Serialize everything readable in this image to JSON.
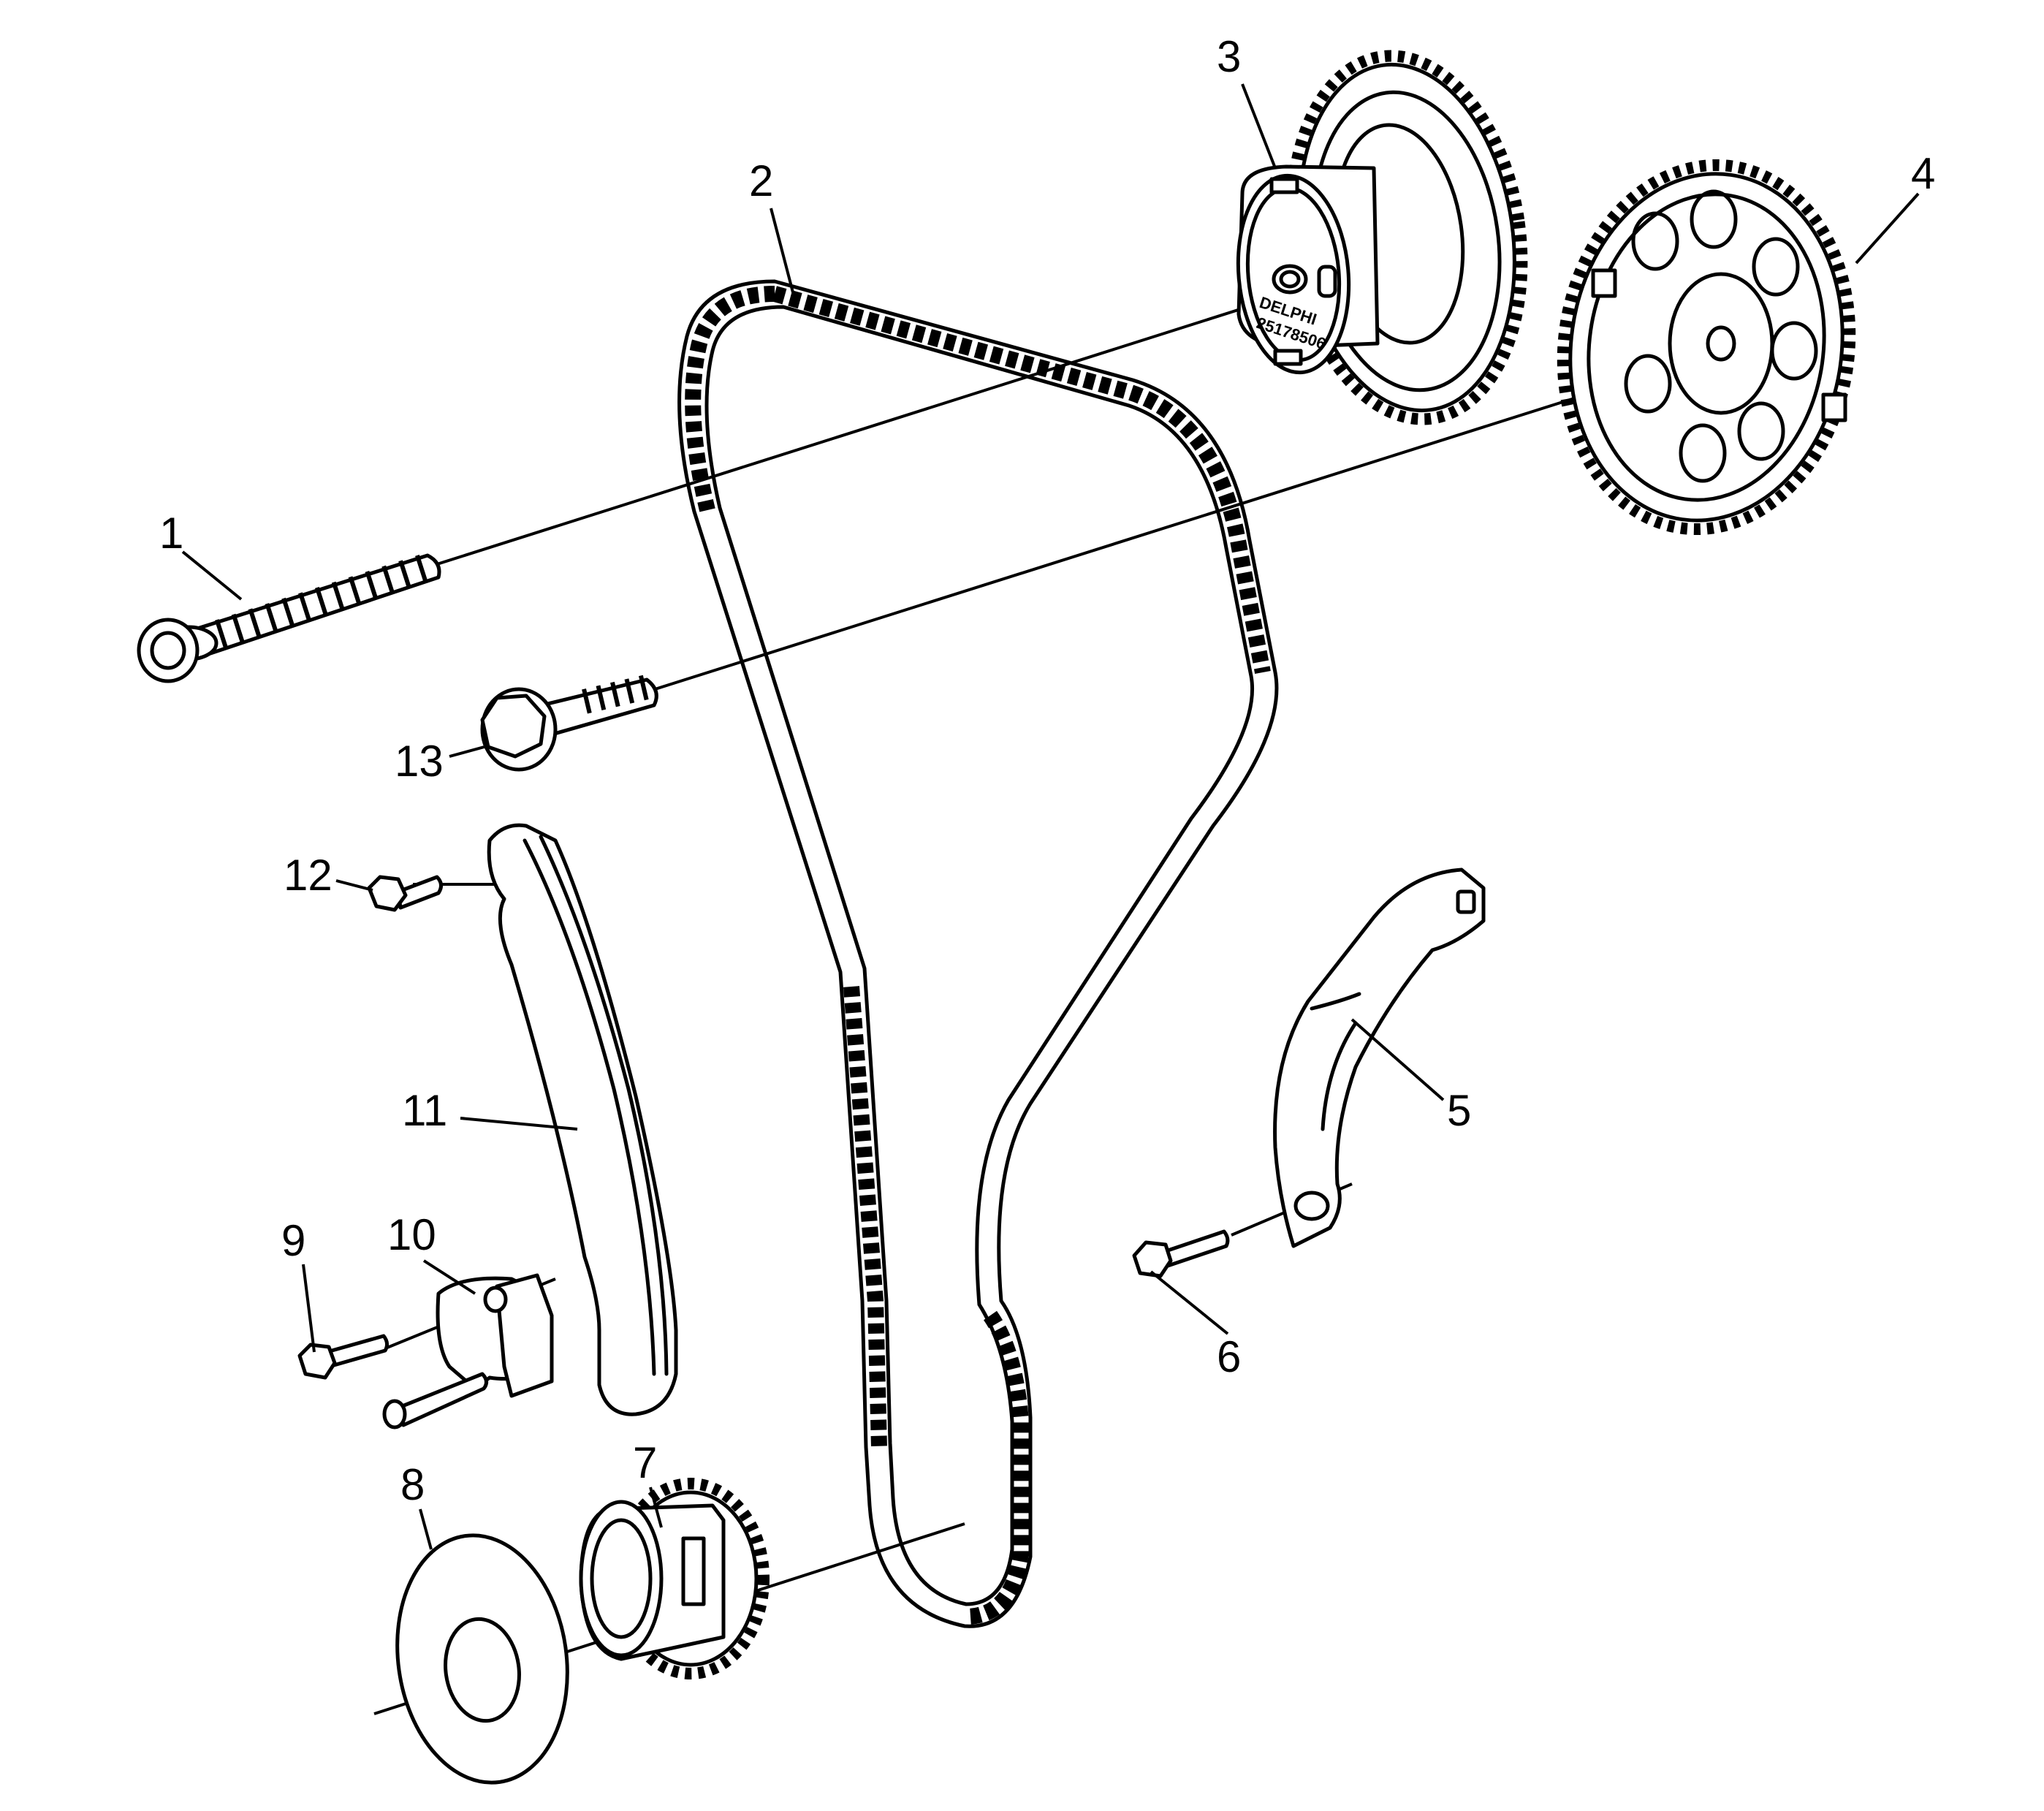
{
  "callouts": [
    {
      "id": "1",
      "label": "1"
    },
    {
      "id": "2",
      "label": "2"
    },
    {
      "id": "3",
      "label": "3"
    },
    {
      "id": "4",
      "label": "4"
    },
    {
      "id": "5",
      "label": "5"
    },
    {
      "id": "6",
      "label": "6"
    },
    {
      "id": "7",
      "label": "7"
    },
    {
      "id": "8",
      "label": "8"
    },
    {
      "id": "9",
      "label": "9"
    },
    {
      "id": "10",
      "label": "10"
    },
    {
      "id": "11",
      "label": "11"
    },
    {
      "id": "12",
      "label": "12"
    },
    {
      "id": "13",
      "label": "13"
    }
  ],
  "markings": {
    "brand": "DELPHI",
    "part_number": "25178506"
  }
}
